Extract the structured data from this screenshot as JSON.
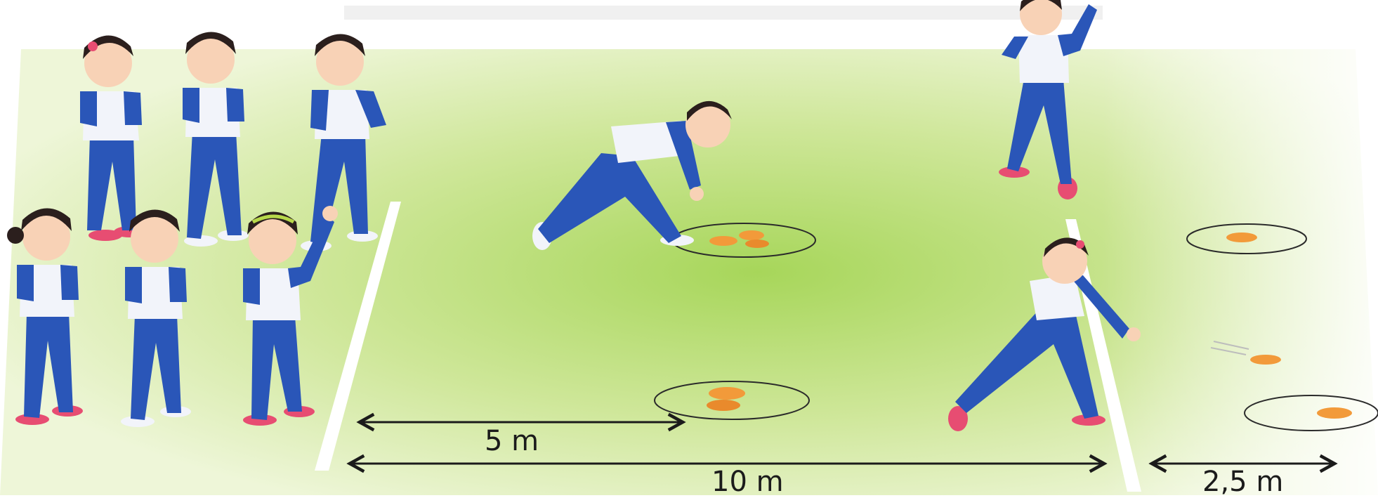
{
  "scene": {
    "colors": {
      "field_center": "#a7d65a",
      "field_edge": "#eef6d8",
      "boundary_line": "#ffffff",
      "uniform_blue": "#2a56b8",
      "uniform_white": "#f2f4fa",
      "skin": "#f8d2b6",
      "hair": "#2b1f1d",
      "shoe": "#e74d72",
      "beanbag": "#f29a3a",
      "arrow": "#1b1b1b"
    },
    "icons": [
      "child-figure",
      "bean-bag",
      "target-circle",
      "double-arrow"
    ]
  },
  "distances": {
    "start_to_near_circle": "5 m",
    "start_to_throw_line": "10 m",
    "throw_line_to_targets": "2,5 m"
  }
}
